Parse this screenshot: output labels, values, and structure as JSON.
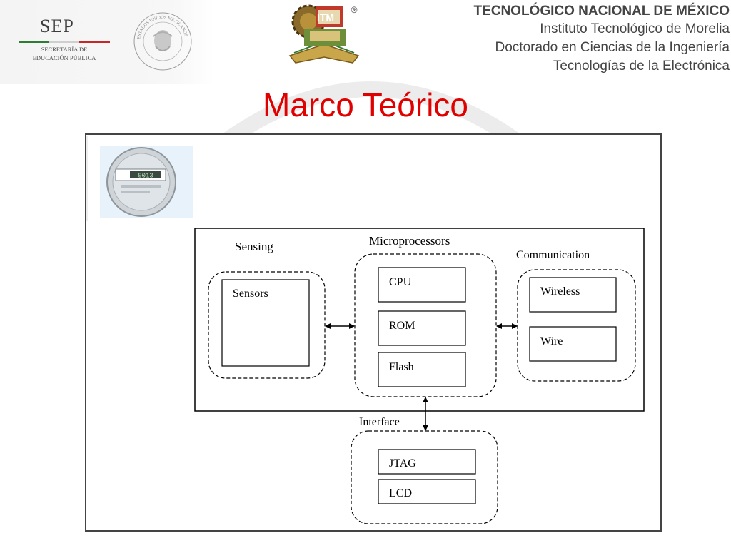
{
  "header": {
    "sep_word": "SEP",
    "sep_sub_line1": "SECRETARÍA DE",
    "sep_sub_line2": "EDUCACIÓN PÚBLICA",
    "seal_ring_text": "ESTADOS UNIDOS MEXICANOS",
    "itm_logo_text": "ITM",
    "registered_mark": "®",
    "institution": "TECNOLÓGICO NACIONAL DE MÉXICO",
    "campus": "Instituto Tecnológico de Morelia",
    "program": "Doctorado en Ciencias de la Ingeniería",
    "area": "Tecnologías de la Electrónica"
  },
  "slide": {
    "title": "Marco Teórico",
    "title_color": "#e00000"
  },
  "diagram": {
    "meter_display": "0013",
    "groups": {
      "sensing": {
        "label": "Sensing",
        "blocks": [
          "Sensors"
        ]
      },
      "microprocessors": {
        "label": "Microprocessors",
        "blocks": [
          "CPU",
          "ROM",
          "Flash"
        ]
      },
      "communication": {
        "label": "Communication",
        "blocks": [
          "Wireless",
          "Wire"
        ]
      },
      "interface": {
        "label": "Interface",
        "blocks": [
          "JTAG",
          "LCD"
        ]
      }
    }
  }
}
